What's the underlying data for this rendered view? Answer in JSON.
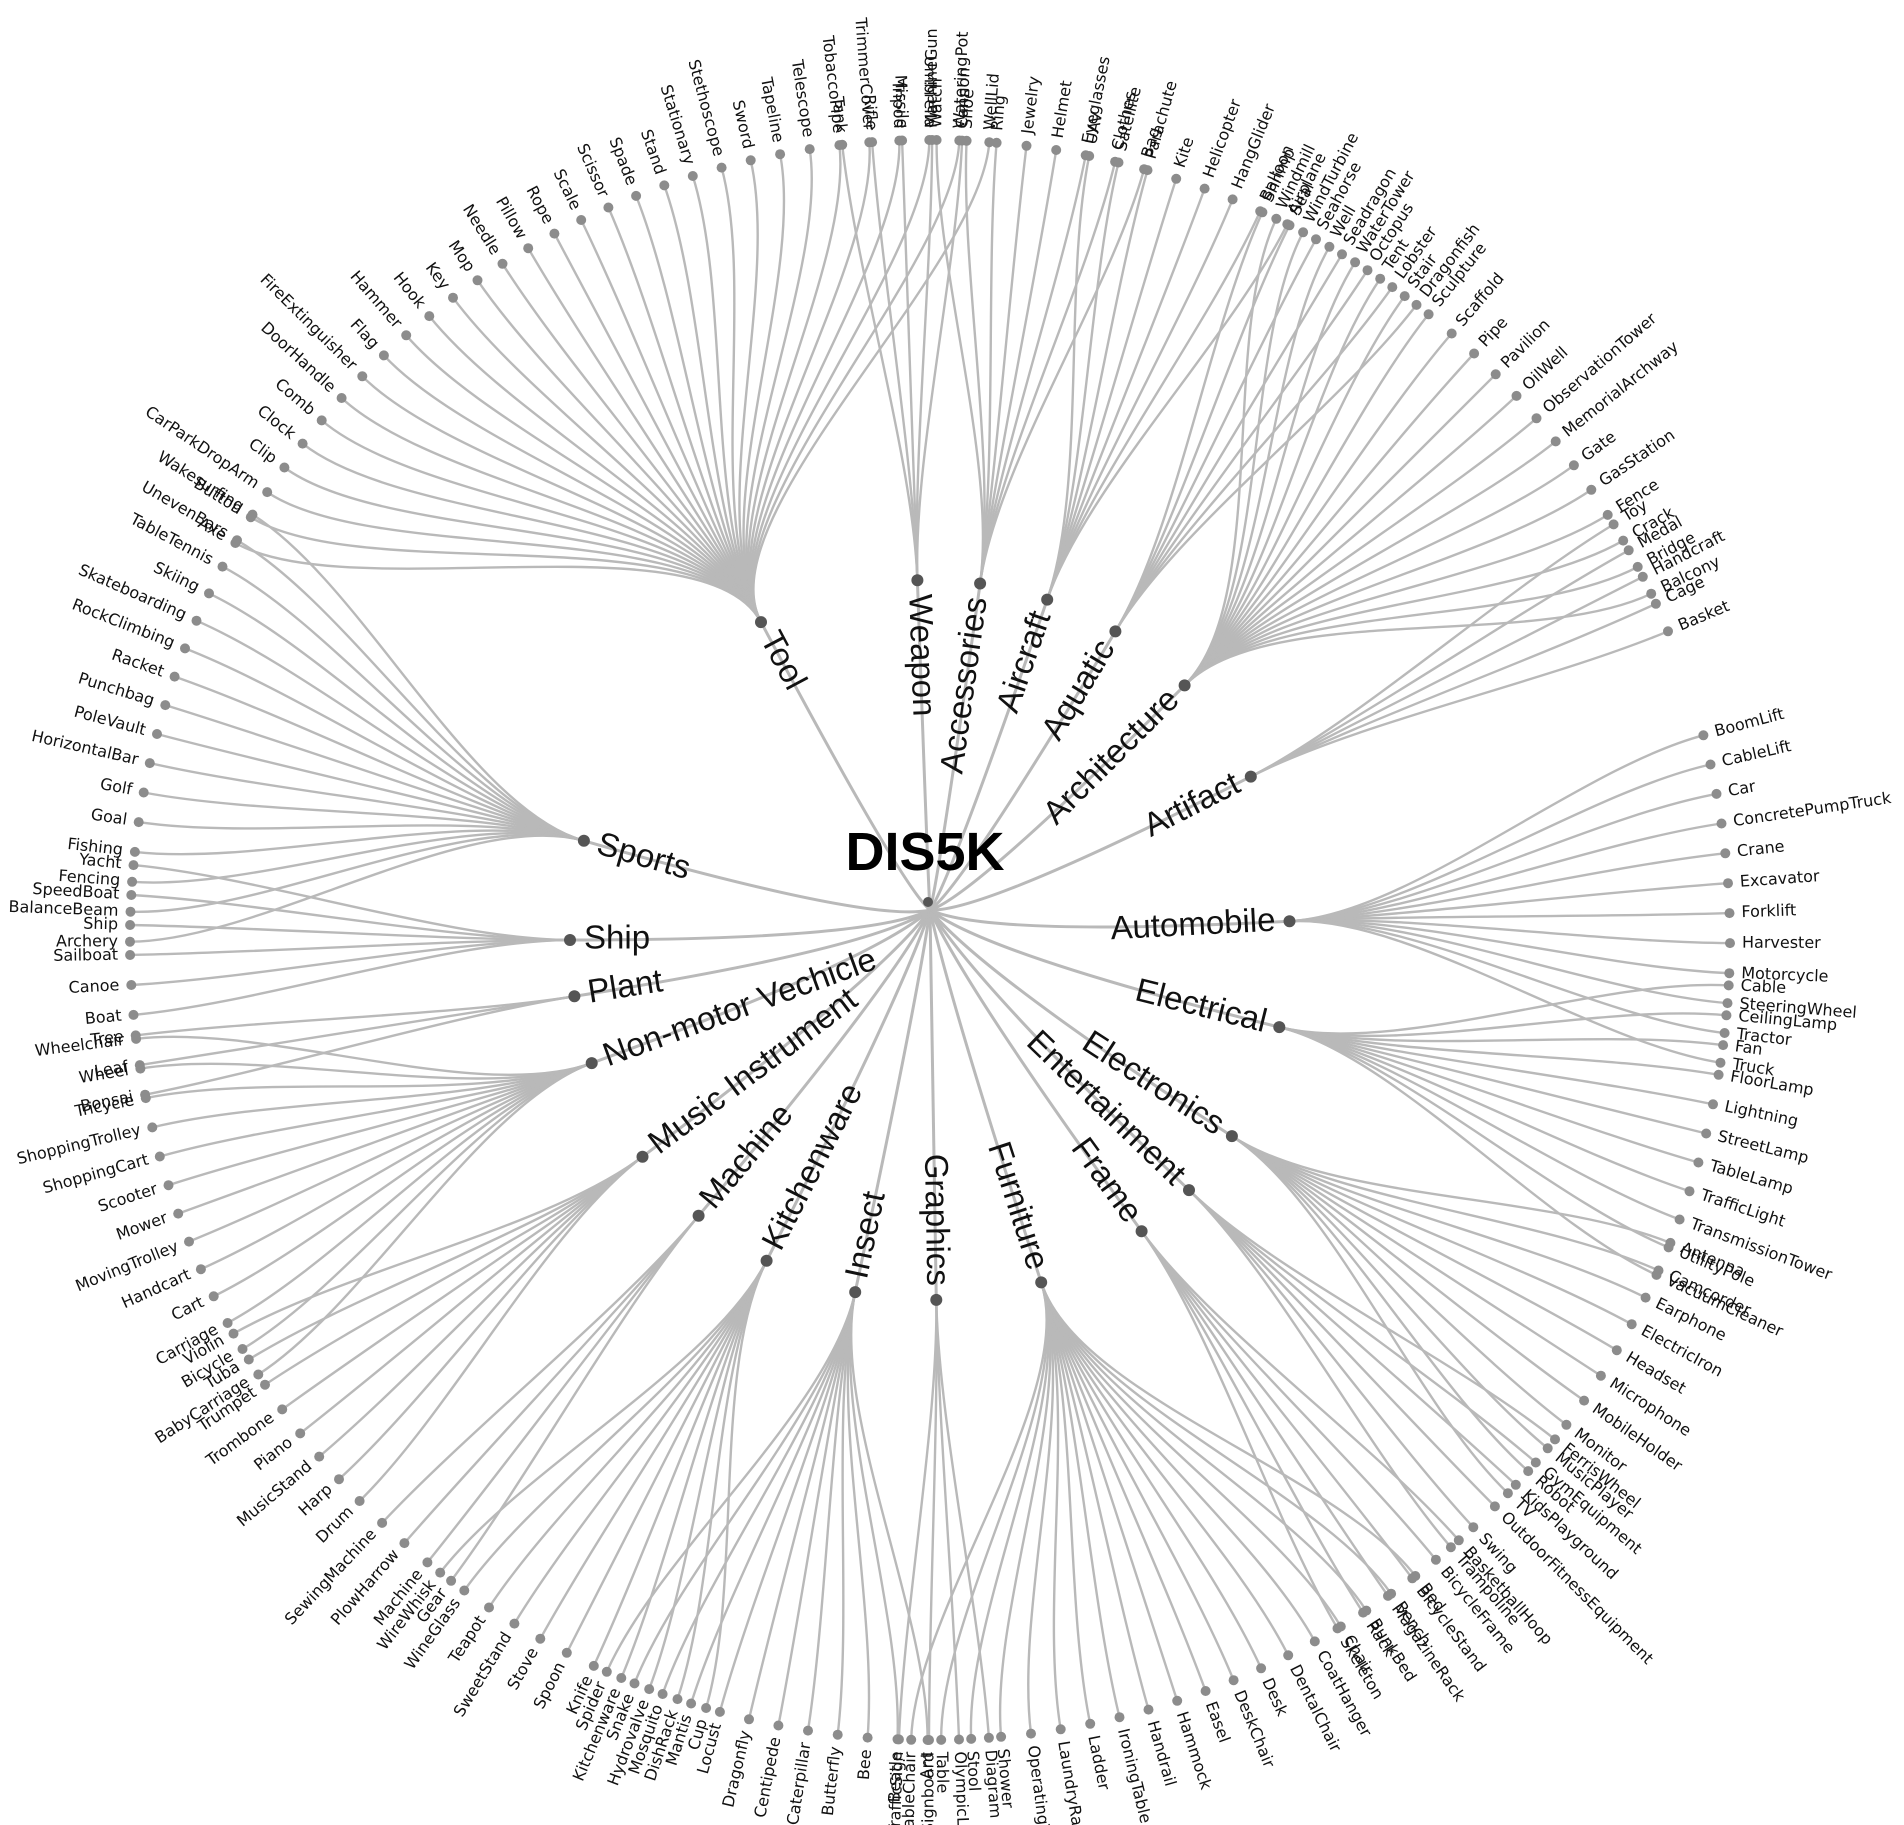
{
  "root": "DIS5K",
  "colors": {
    "edge": "#b9b9b9",
    "node": "#8c8c8c",
    "hub": "#555555",
    "text": "#111111",
    "lightText": "#555555"
  },
  "categories": [
    {
      "name": "Weapon",
      "angle": -92,
      "leaves": [
        "Tank",
        "Rifle",
        "Missile",
        "MachineGun",
        "Cannon"
      ]
    },
    {
      "name": "Accessories",
      "angle": -82,
      "leaves": [
        "Watch",
        "Shoe",
        "Ring",
        "Jewelry",
        "Helmet",
        "Eyeglasses",
        "Clothes",
        "Bag"
      ]
    },
    {
      "name": "Aircraft",
      "angle": -71,
      "leaves": [
        "UAV",
        "Satellite",
        "Parachute",
        "Kite",
        "Helicopter",
        "HangGlider",
        "Balloon",
        "Airplane"
      ]
    },
    {
      "name": "Aquatic",
      "angle": -59,
      "leaves": [
        "Shrimp",
        "Seal",
        "Seahorse",
        "Seadragon",
        "Octopus",
        "Lobster",
        "Dragonfish"
      ]
    },
    {
      "name": "Architecture",
      "angle": -45,
      "leaves": [
        "Windmill",
        "WindTurbine",
        "Well",
        "WaterTower",
        "Tent",
        "Stair",
        "Sculpture",
        "Scaffold",
        "Pipe",
        "Pavilion",
        "OilWell",
        "ObservationTower",
        "MemorialArchway",
        "Gate",
        "GasStation",
        "Fence",
        "Crack",
        "Bridge",
        "Balcony"
      ]
    },
    {
      "name": "Artifact",
      "angle": -27,
      "leaves": [
        "Toy",
        "Medal",
        "Handcraft",
        "Cage",
        "Basket"
      ]
    },
    {
      "name": "Automobile",
      "angle": -3,
      "leaves": [
        "BoomLift",
        "CableLift",
        "Car",
        "ConcretePumpTruck",
        "Crane",
        "Excavator",
        "Forklift",
        "Harvester",
        "Motorcycle",
        "SteeringWheel",
        "Tractor",
        "Truck"
      ]
    },
    {
      "name": "Electrical",
      "angle": 14,
      "leaves": [
        "Cable",
        "CeilingLamp",
        "Fan",
        "FloorLamp",
        "Lightning",
        "StreetLamp",
        "TableLamp",
        "TrafficLight",
        "TransmissionTower",
        "UtilityPole",
        "VacuumCleaner"
      ]
    },
    {
      "name": "Electronics",
      "angle": 33,
      "leaves": [
        "Antenna",
        "Camcorder",
        "Earphone",
        "ElectricIron",
        "Headset",
        "Microphone",
        "MobileHolder",
        "Monitor",
        "MusicPlayer",
        "Robot",
        "TV"
      ]
    },
    {
      "name": "Entertainment",
      "angle": 44,
      "leaves": [
        "FerrisWheel",
        "GymEquipment",
        "KidsPlayground",
        "OutdoorFitnessEquipment",
        "Swing",
        "Trampoline"
      ]
    },
    {
      "name": "Frame",
      "angle": 54,
      "leaves": [
        "BasketballHoop",
        "BicycleFrame",
        "BicycleStand",
        "MagazineRack",
        "Rack",
        "Skeleton"
      ]
    },
    {
      "name": "Furniture",
      "angle": 72,
      "leaves": [
        "Bed",
        "Bench",
        "BunkBed",
        "Chair",
        "CoatHanger",
        "DentalChair",
        "Desk",
        "DeskChair",
        "Easel",
        "Hammock",
        "Handrail",
        "IroningTable",
        "Ladder",
        "LaundryRack",
        "OperatingTable",
        "Shower",
        "Stool",
        "Table",
        "TableChair"
      ]
    },
    {
      "name": "Graphics",
      "angle": 89,
      "leaves": [
        "Diagram",
        "OlympicLogo",
        "Signboard",
        "TrafficSign"
      ]
    },
    {
      "name": "Insect",
      "angle": 102,
      "leaves": [
        "Ant",
        "Beatle",
        "Bee",
        "Butterfly",
        "Caterpillar",
        "Centipede",
        "Dragonfly",
        "Locust",
        "Mantis",
        "Mosquito",
        "Snake",
        "Spider"
      ]
    },
    {
      "name": "Kitchenware",
      "angle": 117,
      "leaves": [
        "Cup",
        "DishRack",
        "Hydrovalve",
        "Kitchenware",
        "Knife",
        "Spoon",
        "Stove",
        "SweetStand",
        "Teapot",
        "WineGlass",
        "WireWhisk"
      ]
    },
    {
      "name": "Machine",
      "angle": 130,
      "leaves": [
        "Gear",
        "Machine",
        "PlowHarrow",
        "SewingMachine"
      ]
    },
    {
      "name": "Music Instrument",
      "angle": 143,
      "leaves": [
        "Drum",
        "Harp",
        "MusicStand",
        "Piano",
        "Trombone",
        "Trumpet",
        "Tuba",
        "Violin"
      ]
    },
    {
      "name": "Non-motor Vechicle",
      "angle": 160,
      "leaves": [
        "BabyCarriage",
        "Bicycle",
        "Carriage",
        "Cart",
        "Handcart",
        "MovingTrolley",
        "Mower",
        "Scooter",
        "ShoppingCart",
        "ShoppingTrolley",
        "Tricycle",
        "Wheel",
        "Wheelchair"
      ]
    },
    {
      "name": "Plant",
      "angle": 171,
      "leaves": [
        "Bonsai",
        "Leaf",
        "Tree"
      ]
    },
    {
      "name": "Ship",
      "angle": 180,
      "leaves": [
        "Boat",
        "Canoe",
        "Sailboat",
        "Ship",
        "SpeedBoat",
        "Yacht"
      ]
    },
    {
      "name": "Sports",
      "angle": -164,
      "leaves": [
        "Archery",
        "BalanceBeam",
        "Fencing",
        "Fishing",
        "Goal",
        "Golf",
        "HorizontalBar",
        "PoleVault",
        "Punchbag",
        "Racket",
        "RockClimbing",
        "Skateboarding",
        "Skiing",
        "TableTennis",
        "UnevenBars",
        "Wakesurfing"
      ]
    },
    {
      "name": "Tool",
      "angle": -118,
      "leaves": [
        "Axe",
        "Button",
        "CarParkDropArm",
        "Clip",
        "Clock",
        "Comb",
        "DoorHandle",
        "FireExtinguisher",
        "Flag",
        "Hammer",
        "Hook",
        "Key",
        "Mop",
        "Needle",
        "Pillow",
        "Rope",
        "Scale",
        "Scissor",
        "Spade",
        "Stand",
        "Stationary",
        "Stethoscope",
        "Sword",
        "Tapeline",
        "Telescope",
        "TobaccoPipe",
        "TrimmerCover",
        "Tripod",
        "Umbrella",
        "WateringPot",
        "WellLid"
      ]
    }
  ]
}
